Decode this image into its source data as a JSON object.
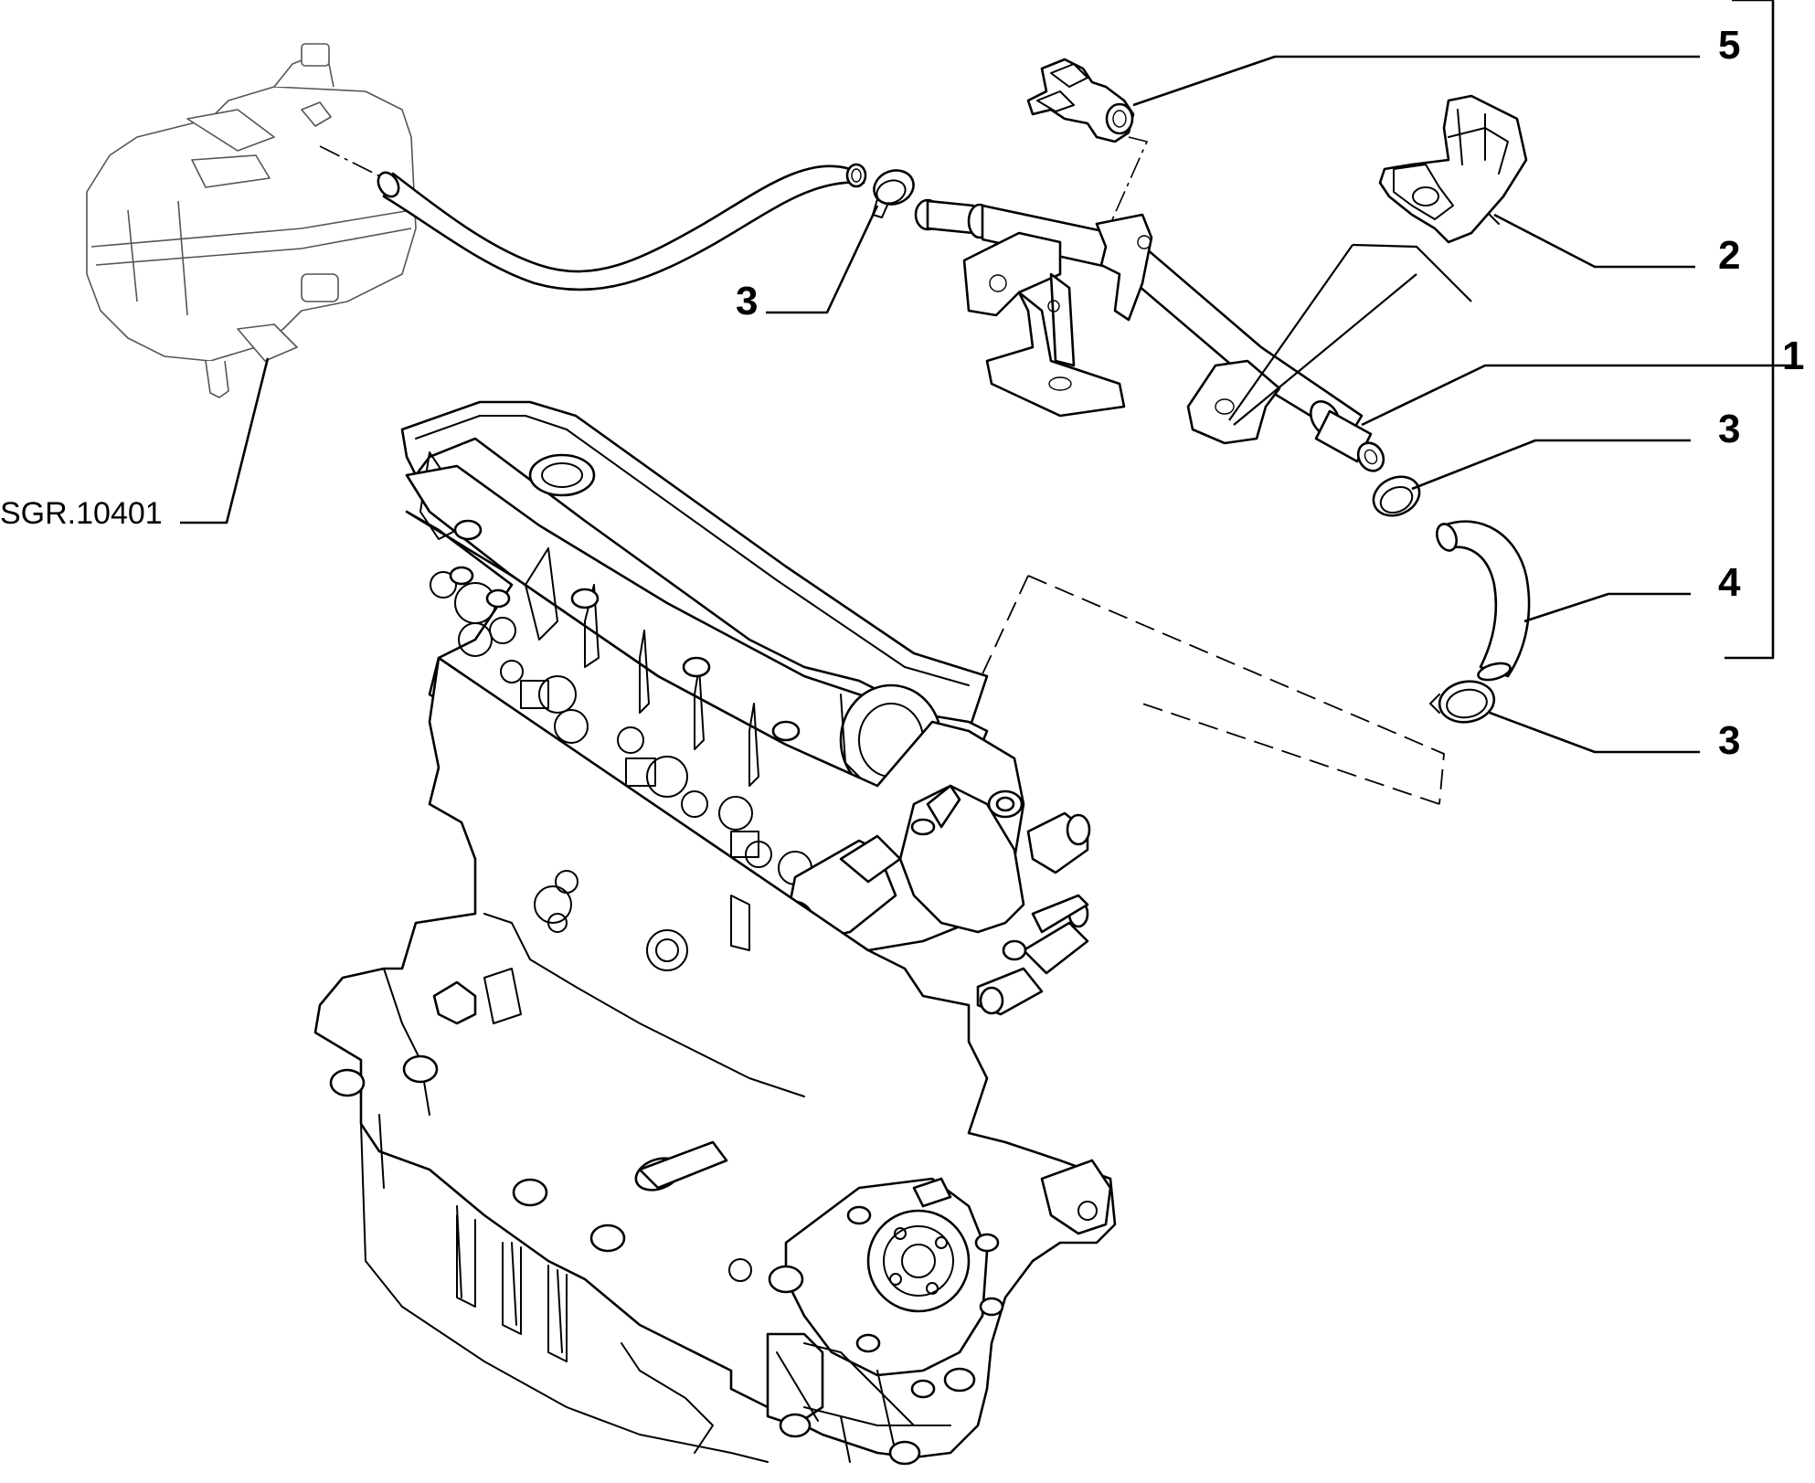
{
  "diagram": {
    "reference_code": "SGR.10401",
    "callouts": {
      "part_1": "1",
      "part_2": "2",
      "part_3_top_left": "3",
      "part_3_right_upper": "3",
      "part_3_right_lower": "3",
      "part_4": "4",
      "part_5": "5"
    }
  }
}
